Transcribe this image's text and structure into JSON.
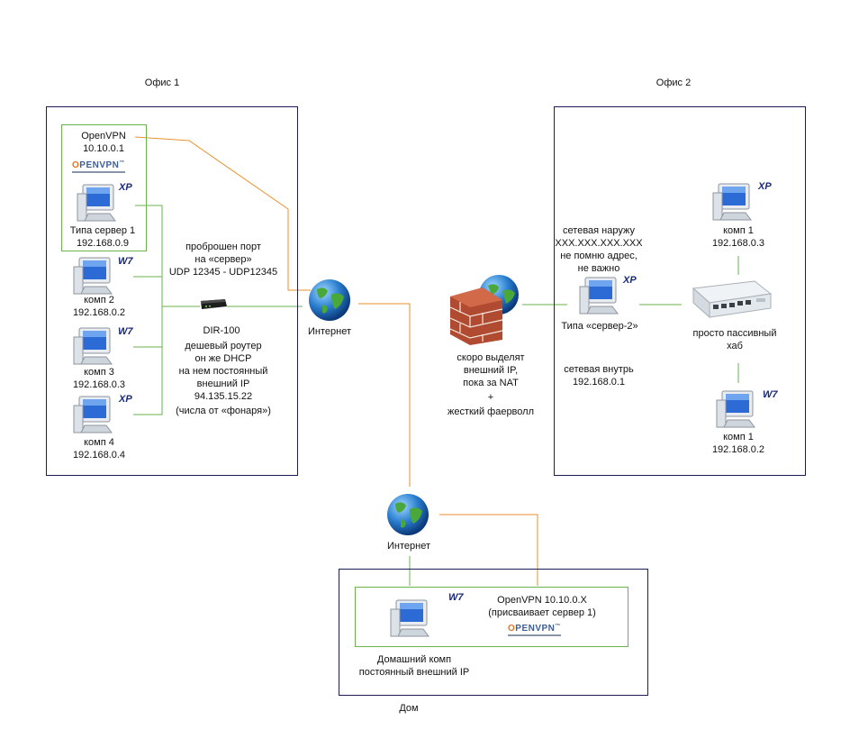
{
  "office1": {
    "title": "Офис 1",
    "openvpn_title": "OpenVPN",
    "openvpn_ip": "10.10.0.1",
    "server_name": "Типа сервер 1",
    "server_ip": "192.168.0.9",
    "comp2_name": "комп 2",
    "comp2_ip": "192.168.0.2",
    "comp3_name": "комп 3",
    "comp3_ip": "192.168.0.3",
    "comp4_name": "комп 4",
    "comp4_ip": "192.168.0.4",
    "port_line1": "проброшен порт",
    "port_line2": "на «сервер»",
    "port_line3": "UDP 12345 - UDP12345",
    "router_name": "DIR-100",
    "router_line1": "дешевый роутер",
    "router_line2": "он же DHCP",
    "router_line3": "на нем постоянный",
    "router_line4": "внешний IP",
    "router_ip": "94.135.15.22",
    "router_note": "(числа от «фонаря»)"
  },
  "office2": {
    "title": "Офис 2",
    "ext_line1": "сетевая наружу",
    "ext_line2": "XXX.XXX.XXX.XXX",
    "ext_line3": "не помню адрес,",
    "ext_line4": "не важно",
    "server_name": "Типа «сервер-2»",
    "int_line1": "сетевая внутрь",
    "int_ip": "192.168.0.1",
    "comp1a_name": "комп 1",
    "comp1a_ip": "192.168.0.3",
    "hub_line1": "просто пассивный",
    "hub_line2": "хаб",
    "comp1b_name": "комп 1",
    "comp1b_ip": "192.168.0.2"
  },
  "firewall": {
    "line1": "скоро выделят",
    "line2": "внешний IP,",
    "line3": "пока за NAT",
    "line4": "+",
    "line5": "жесткий фаерволл"
  },
  "internet": {
    "label_top": "Интернет",
    "label_bottom": "Интернет"
  },
  "home": {
    "title": "Дом",
    "openvpn_line1": "OpenVPN 10.10.0.X",
    "openvpn_line2": "(присваивает сервер 1)",
    "pc_line1": "Домашний комп",
    "pc_line2": "постоянный внешний IP"
  },
  "badges": {
    "xp": "XP",
    "w7": "W7"
  },
  "openvpn_logo": {
    "first": "O",
    "rest": "PENVPN",
    "tm": "™"
  },
  "colors": {
    "box_border": "#1b1b55",
    "group_border": "#6bb34c",
    "vpn_line": "#e8922e",
    "lan_line": "#6bb34c"
  },
  "icons": [
    "monitor-icon",
    "router-icon",
    "globe-icon",
    "firewall-icon",
    "hub-icon",
    "openvpn-logo"
  ]
}
